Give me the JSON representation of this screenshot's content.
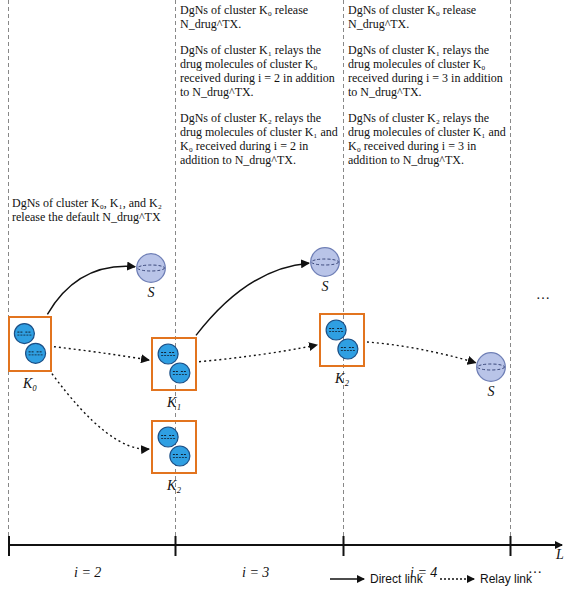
{
  "diagram": {
    "nodes": [
      {
        "text": [
          "K₀"
        ]
      },
      {
        "text": [
          "S"
        ]
      },
      {
        "text": [
          "K₁"
        ]
      },
      {
        "text": [
          "K₂"
        ]
      },
      {
        "text": [
          "S"
        ]
      },
      {
        "text": [
          "K₂"
        ]
      },
      {
        "text": [
          "S"
        ]
      }
    ],
    "edges": [
      {
        "from": 0,
        "to": 1,
        "arrow": "to"
      },
      {
        "from": 0,
        "to": 2,
        "arrow": "to"
      },
      {
        "from": 0,
        "to": 3,
        "arrow": "to"
      },
      {
        "from": 2,
        "to": 4,
        "arrow": "to"
      },
      {
        "from": 2,
        "to": 5,
        "arrow": "to"
      },
      {
        "from": 5,
        "to": 6,
        "arrow": "to"
      }
    ],
    "labels": [
      "DgNs of cluster K₀, K₁, and K₂ release the default N_drug^TX",
      "DgNs of cluster K₀ release N_drug^TX.",
      "DgNs of cluster K₁ relays the drug molecules of cluster K₀ received during i = 2 in addition to N_drug^TX.",
      "DgNs of cluster K₂ relays the drug molecules of cluster K₁ and K₀ received during i = 2 in addition to N_drug^TX.",
      "DgNs of cluster K₀ release N_drug^TX.",
      "DgNs of cluster K₁ relays the drug molecules of cluster K₀ received during i = 3 in addition to N_drug^TX.",
      "DgNs of cluster K₂ relays the drug molecules of cluster K₁ and K₀ received during i = 3 in addition to N_drug^TX.",
      "…",
      "i = 2",
      "i = 3",
      "i = 4",
      "…",
      "L"
    ],
    "legend": [
      {
        "text": "Direct link"
      },
      {
        "text": "Relay link"
      }
    ]
  }
}
